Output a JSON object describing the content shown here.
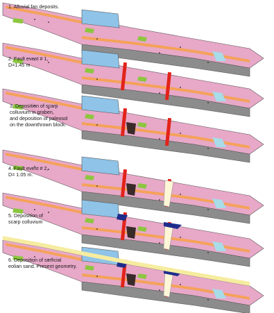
{
  "figure": {
    "stages": [
      {
        "id": "stage-1",
        "caption_lines": [
          "1. Alluvial fan deposits."
        ]
      },
      {
        "id": "stage-2",
        "caption_lines": [
          "2. Fault event # 1,",
          "D=1.45 m"
        ]
      },
      {
        "id": "stage-3",
        "caption_lines": [
          "3. Deposition of scarp",
          "colluvium in graben,",
          "and deposition of paleosol",
          "on the downthrown block."
        ]
      },
      {
        "id": "stage-4",
        "caption_lines": [
          "4. Fault event # 2,",
          "D= 1.05 m."
        ]
      },
      {
        "id": "stage-5",
        "caption_lines": [
          "5. Deposition of",
          "scarp colluvium"
        ]
      },
      {
        "id": "stage-6",
        "caption_lines": [
          "6. Deposition of surficial",
          "eolian sand. Present geometry."
        ]
      }
    ],
    "colors": {
      "pink": "#e8a8c8",
      "orange": "#f5a25a",
      "blue": "#8fc3e8",
      "gray": "#8c8c8c",
      "green": "#8cc63f",
      "fault_red": "#e2231a",
      "navy": "#1e2d8c",
      "sand": "#f6eca0",
      "cyan": "#a7dce8"
    }
  }
}
